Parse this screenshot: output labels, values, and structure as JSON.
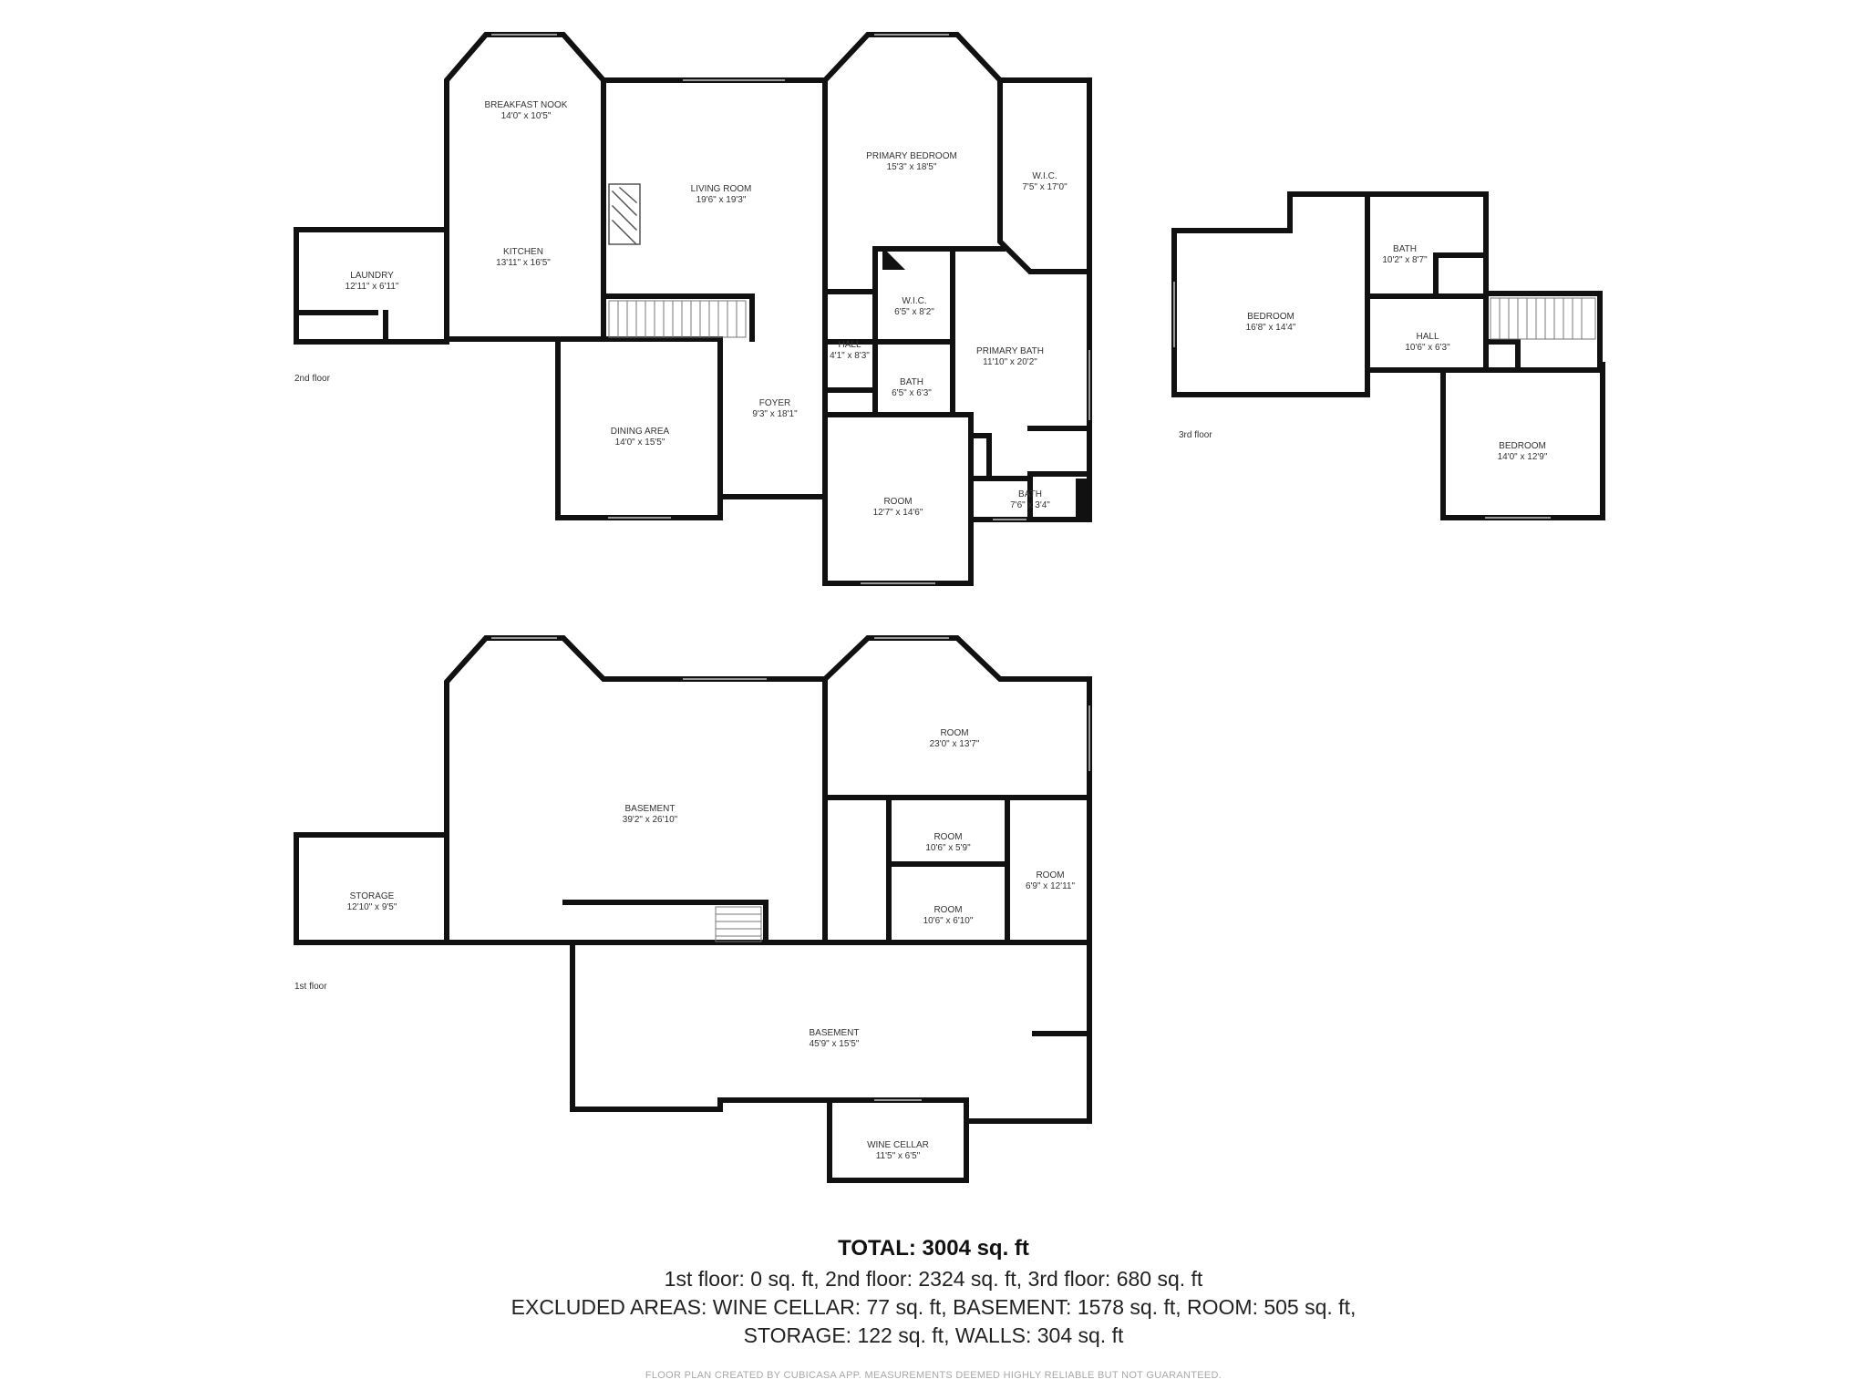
{
  "floors": {
    "second": {
      "label": "2nd floor",
      "rooms": [
        {
          "name": "BREAKFAST NOOK",
          "dims": "14'0\" x 10'5\""
        },
        {
          "name": "KITCHEN",
          "dims": "13'11\" x 16'5\""
        },
        {
          "name": "LAUNDRY",
          "dims": "12'11\" x 6'11\""
        },
        {
          "name": "LIVING ROOM",
          "dims": "19'6\" x 19'3\""
        },
        {
          "name": "DINING AREA",
          "dims": "14'0\" x 15'5\""
        },
        {
          "name": "FOYER",
          "dims": "9'3\" x 18'1\""
        },
        {
          "name": "PRIMARY BEDROOM",
          "dims": "15'3\" x 18'5\""
        },
        {
          "name": "W.I.C.",
          "dims": "7'5\" x 17'0\""
        },
        {
          "name": "W.I.C.",
          "dims": "6'5\" x 8'2\""
        },
        {
          "name": "HALL",
          "dims": "4'1\" x 8'3\""
        },
        {
          "name": "BATH",
          "dims": "6'5\" x 6'3\""
        },
        {
          "name": "PRIMARY BATH",
          "dims": "11'10\" x 20'2\""
        },
        {
          "name": "ROOM",
          "dims": "12'7\" x 14'6\""
        },
        {
          "name": "BATH",
          "dims": "7'6\" x 3'4\""
        }
      ]
    },
    "third": {
      "label": "3rd floor",
      "rooms": [
        {
          "name": "BEDROOM",
          "dims": "16'8\" x 14'4\""
        },
        {
          "name": "BATH",
          "dims": "10'2\" x 8'7\""
        },
        {
          "name": "HALL",
          "dims": "10'6\" x 6'3\""
        },
        {
          "name": "BEDROOM",
          "dims": "14'0\" x 12'9\""
        }
      ]
    },
    "first": {
      "label": "1st floor",
      "rooms": [
        {
          "name": "BASEMENT",
          "dims": "39'2\" x 26'10\""
        },
        {
          "name": "ROOM",
          "dims": "23'0\" x 13'7\""
        },
        {
          "name": "STORAGE",
          "dims": "12'10\" x 9'5\""
        },
        {
          "name": "ROOM",
          "dims": "10'6\" x 5'9\""
        },
        {
          "name": "ROOM",
          "dims": "10'6\" x 6'10\""
        },
        {
          "name": "ROOM",
          "dims": "6'9\" x 12'11\""
        },
        {
          "name": "BASEMENT",
          "dims": "45'9\" x 15'5\""
        },
        {
          "name": "WINE CELLAR",
          "dims": "11'5\" x 6'5\""
        }
      ]
    }
  },
  "totals": {
    "title": "TOTAL: 3004 sq. ft",
    "line1": "1st floor: 0 sq. ft, 2nd floor: 2324 sq. ft, 3rd floor: 680 sq. ft",
    "line2": "EXCLUDED AREAS: WINE CELLAR: 77 sq. ft, BASEMENT: 1578 sq. ft, ROOM: 505 sq. ft,",
    "line3": "STORAGE: 122 sq. ft, WALLS: 304 sq. ft"
  },
  "disclaimer": "FLOOR PLAN CREATED BY CUBICASA APP. MEASUREMENTS DEEMED HIGHLY RELIABLE BUT NOT GUARANTEED."
}
